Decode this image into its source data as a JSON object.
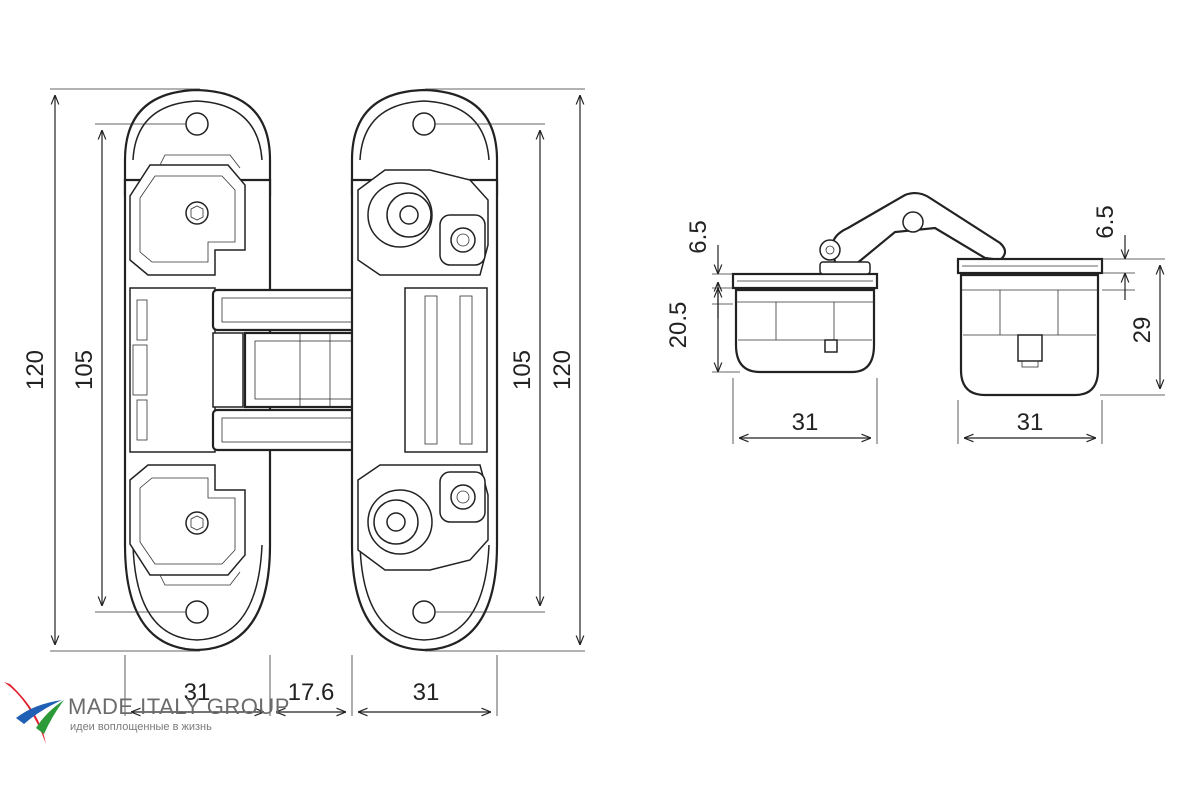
{
  "front_view": {
    "overall_height": "120",
    "hole_spacing": "105",
    "hole_spacing_right": "105",
    "overall_height_right": "120",
    "leaf_width_left": "31",
    "gap_width": "17.6",
    "leaf_width_right": "31"
  },
  "side_view": {
    "top_offset_left": "6.5",
    "depth_left": "20.5",
    "width_left": "31",
    "top_offset_right": "6.5",
    "depth_right": "29",
    "width_right": "31"
  },
  "brand": {
    "name": "MADE ITALY GROUP",
    "tagline": "идеи воплощенные в жизнь",
    "colors": {
      "red": "#e0202e",
      "blue": "#1f5fb4",
      "green": "#2d9a3a"
    }
  }
}
